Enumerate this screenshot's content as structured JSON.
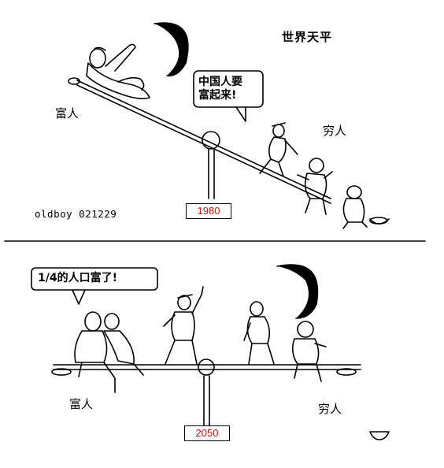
{
  "title": "世界天平",
  "signature": "oldboy  021229",
  "top_panel": {
    "speech": [
      "中国人要",
      "富起来!"
    ],
    "rich_label": "富人",
    "poor_label": "穷人",
    "year": "1980"
  },
  "bottom_panel": {
    "speech": "1/4的人口富了!",
    "rich_label": "富人",
    "poor_label": "穷人",
    "year": "2050"
  }
}
